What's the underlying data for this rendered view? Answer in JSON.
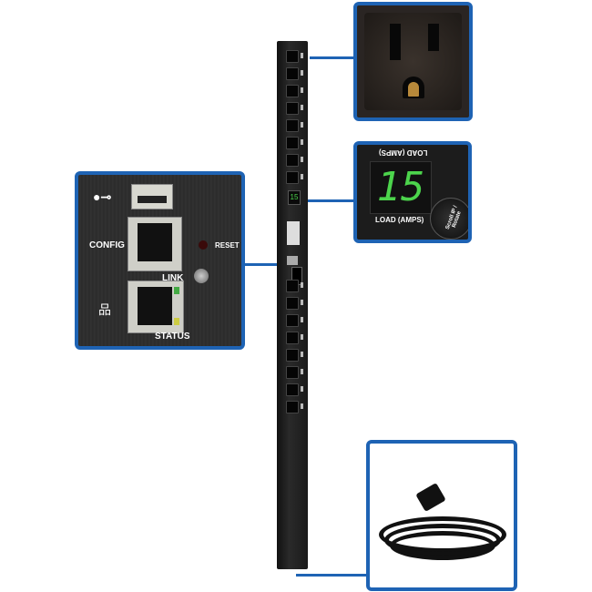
{
  "product": {
    "display_value": "15",
    "display_color": "#4cd44c",
    "accent_color": "#1e63b4"
  },
  "network_panel": {
    "usb_icon": "usb-icon",
    "config_label": "CONFIG",
    "reset_label": "RESET",
    "link_label": "LINK",
    "network_icon": "network-icon",
    "status_label": "STATUS"
  },
  "display_panel": {
    "top_label_mirrored": "LOAD (AMPS)",
    "value": "15",
    "bottom_label": "LOAD (AMPS)",
    "button_label": "Scroll IP / Rotate"
  },
  "outlet_callout": {
    "icon": "nema-5-15-outlet-icon"
  },
  "cord_callout": {
    "icon": "power-cord-plug-icon"
  }
}
